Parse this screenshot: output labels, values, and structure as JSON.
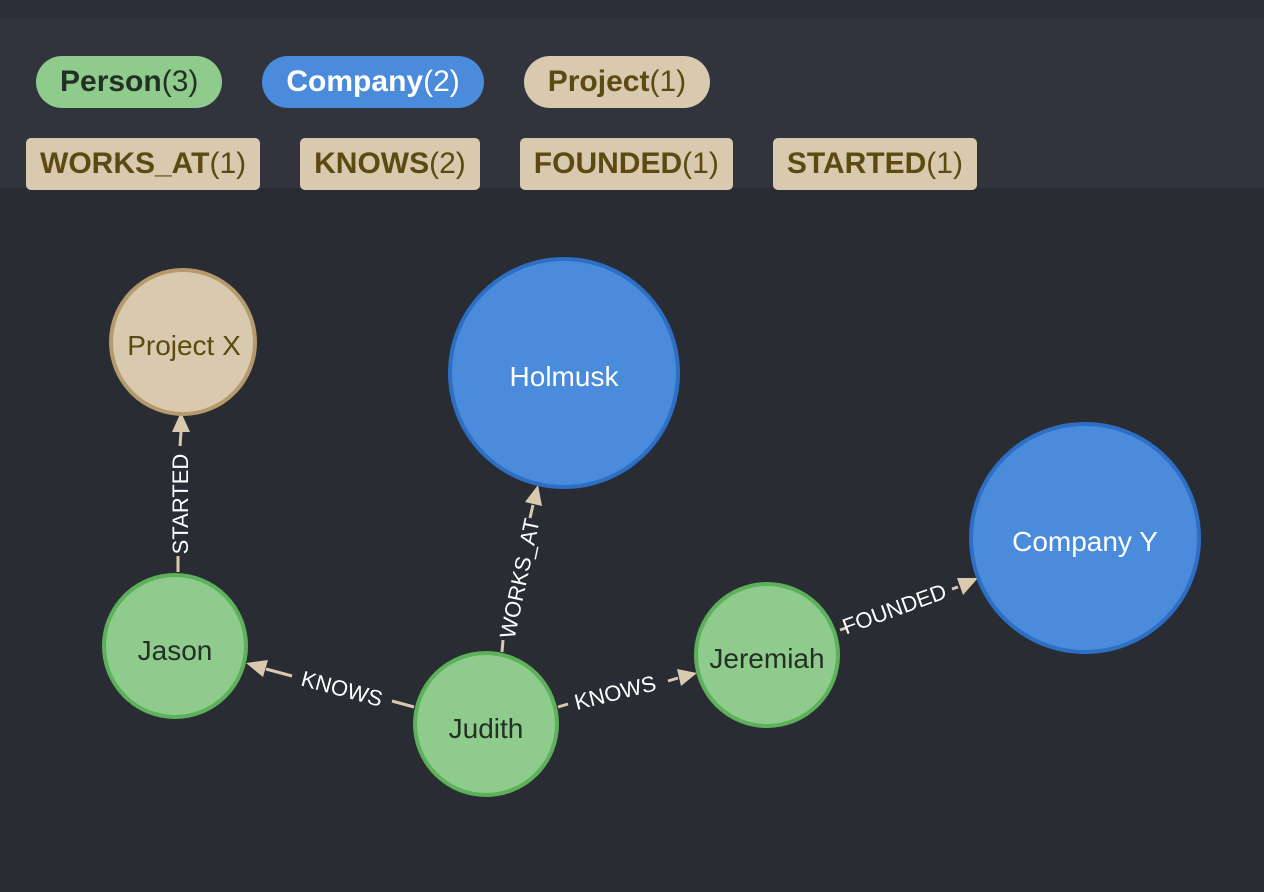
{
  "labels": {
    "person": {
      "name": "Person",
      "count": "(3)"
    },
    "company": {
      "name": "Company",
      "count": "(2)"
    },
    "project": {
      "name": "Project",
      "count": "(1)"
    }
  },
  "relationships": {
    "works_at": {
      "name": "WORKS_AT",
      "count": "(1)"
    },
    "knows": {
      "name": "KNOWS",
      "count": "(2)"
    },
    "founded": {
      "name": "FOUNDED",
      "count": "(1)"
    },
    "started": {
      "name": "STARTED",
      "count": "(1)"
    }
  },
  "colors": {
    "person_fill": "#8ecb8d",
    "person_stroke": "#5cb15a",
    "company_fill": "#4a8bdc",
    "company_stroke": "#2c6fc4",
    "project_fill": "#d9c9ae",
    "project_stroke": "#b49a6c",
    "edge": "#d9c9ae"
  },
  "nodes": {
    "project_x": {
      "caption": "Project X",
      "type": "Project"
    },
    "holmusk": {
      "caption": "Holmusk",
      "type": "Company"
    },
    "company_y": {
      "caption": "Company Y",
      "type": "Company"
    },
    "jason": {
      "caption": "Jason",
      "type": "Person"
    },
    "judith": {
      "caption": "Judith",
      "type": "Person"
    },
    "jeremiah": {
      "caption": "Jeremiah",
      "type": "Person"
    }
  },
  "edges": {
    "jason_started": {
      "label": "STARTED",
      "from": "Jason",
      "to": "Project X"
    },
    "judith_works_at": {
      "label": "WORKS_AT",
      "from": "Judith",
      "to": "Holmusk"
    },
    "judith_knows_jason": {
      "label": "KNOWS",
      "from": "Judith",
      "to": "Jason"
    },
    "judith_knows_jeremiah": {
      "label": "KNOWS",
      "from": "Judith",
      "to": "Jeremiah"
    },
    "jeremiah_founded": {
      "label": "FOUNDED",
      "from": "Jeremiah",
      "to": "Company Y"
    }
  }
}
